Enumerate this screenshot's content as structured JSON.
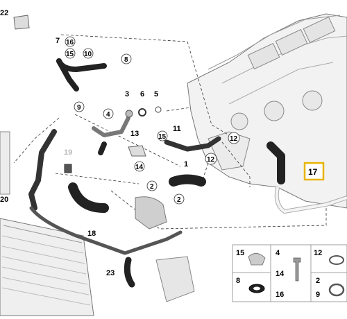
{
  "parts": {
    "p22": "22",
    "p7": "7",
    "p16": "16",
    "p15": "15",
    "p10": "10",
    "p8": "8",
    "p9": "9",
    "p3": "3",
    "p6": "6",
    "p5": "5",
    "p4": "4",
    "p13": "13",
    "p14": "14",
    "p11": "11",
    "p15b": "15",
    "p12a": "12",
    "p12b": "12",
    "p1": "1",
    "p2a": "2",
    "p2b": "2",
    "p19": "19",
    "p20": "20",
    "p18": "18",
    "p23": "23",
    "p17": "17"
  },
  "legend": {
    "c15": "15",
    "c4": "4",
    "c12": "12",
    "c14": "14",
    "c8": "8",
    "c16": "16",
    "c2": "2",
    "c9": "9"
  },
  "highlight_color": "#e8b400"
}
